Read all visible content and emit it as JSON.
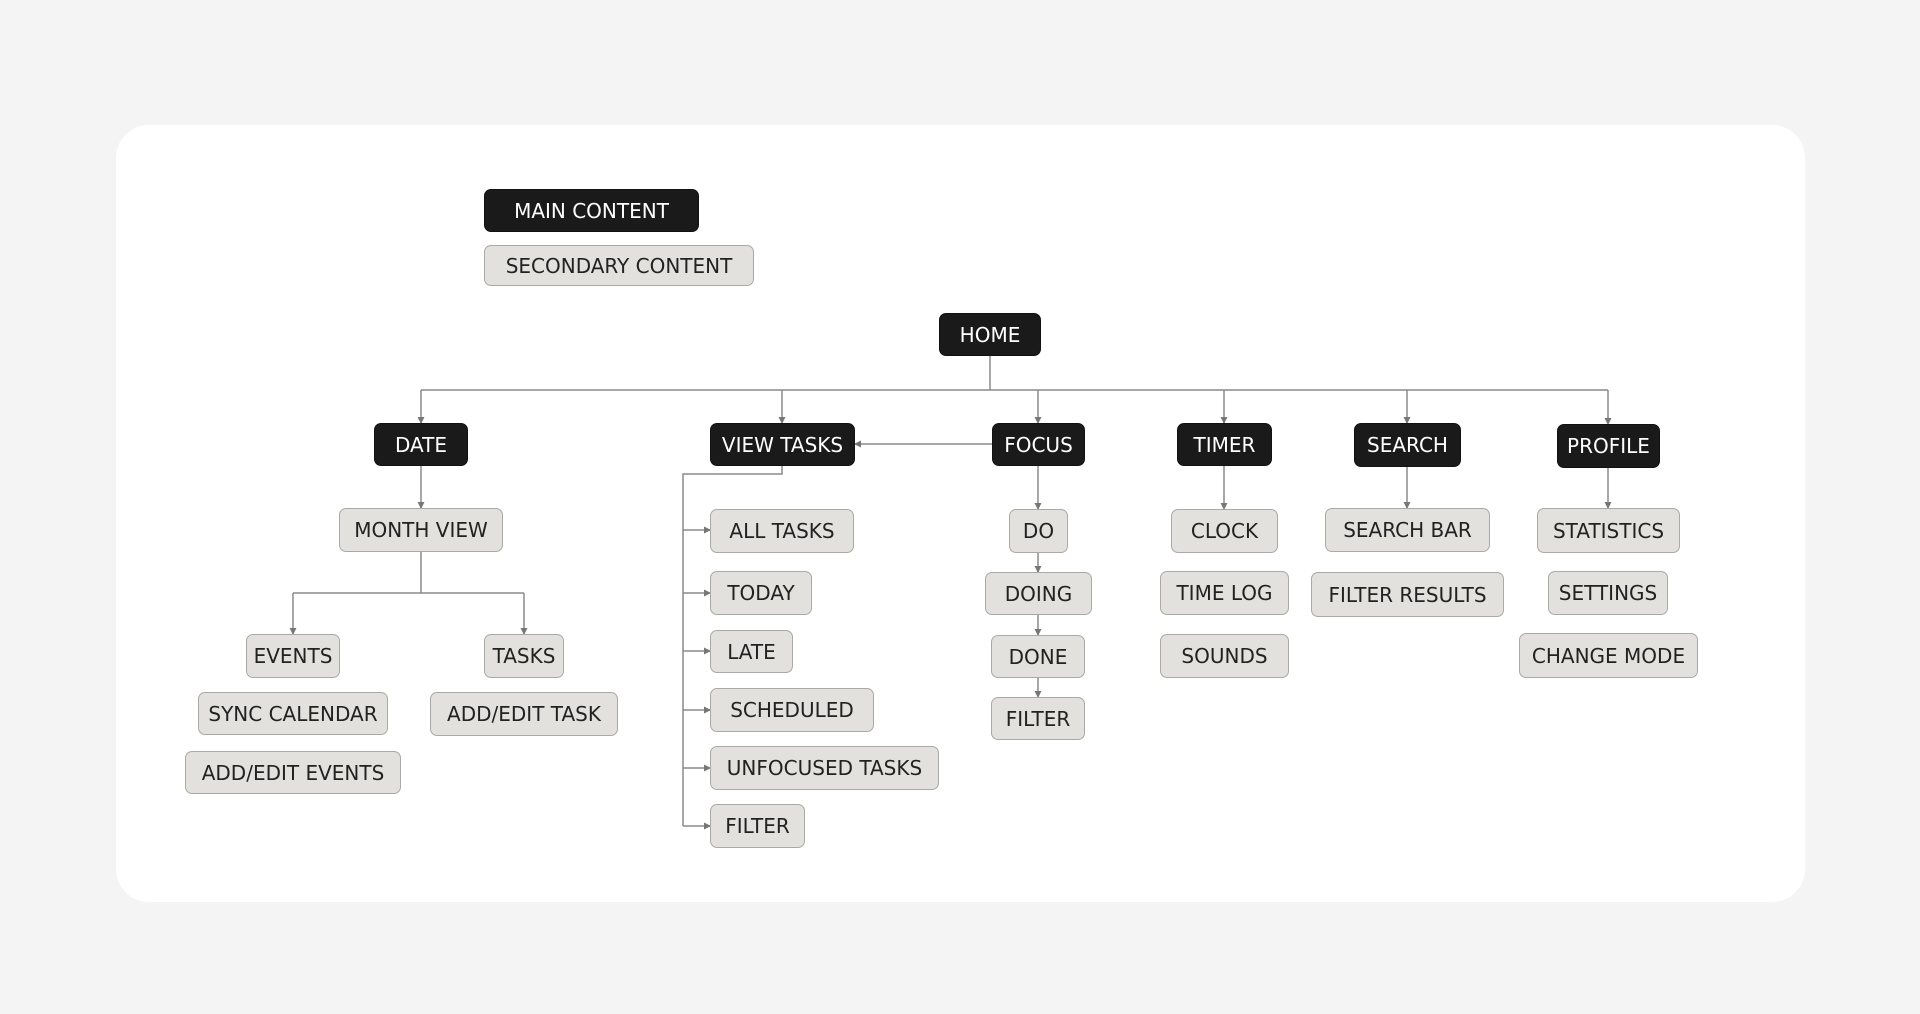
{
  "legend": {
    "main_label": "MAIN CONTENT",
    "secondary_label": "SECONDARY CONTENT"
  },
  "root": "HOME",
  "branches": {
    "date": {
      "label": "DATE",
      "month_view": "MONTH VIEW",
      "events": "EVENTS",
      "sync_calendar": "SYNC CALENDAR",
      "add_edit_events": "ADD/EDIT EVENTS",
      "tasks": "TASKS",
      "add_edit_task": "ADD/EDIT TASK"
    },
    "view_tasks": {
      "label": "VIEW TASKS",
      "items": [
        "ALL TASKS",
        "TODAY",
        "LATE",
        "SCHEDULED",
        "UNFOCUSED TASKS",
        "FILTER"
      ]
    },
    "focus": {
      "label": "FOCUS",
      "items": [
        "DO",
        "DOING",
        "DONE",
        "FILTER"
      ]
    },
    "timer": {
      "label": "TIMER",
      "items": [
        "CLOCK",
        "TIME LOG",
        "SOUNDS"
      ]
    },
    "search": {
      "label": "SEARCH",
      "items": [
        "SEARCH BAR",
        "FILTER RESULTS"
      ]
    },
    "profile": {
      "label": "PROFILE",
      "items": [
        "STATISTICS",
        "SETTINGS",
        "CHANGE MODE"
      ]
    }
  },
  "colors": {
    "main_fill": "#1a1a1a",
    "secondary_fill": "#e2e1de",
    "connector": "#8a8a8a",
    "card": "#ffffff",
    "background": "#f4f4f4"
  }
}
